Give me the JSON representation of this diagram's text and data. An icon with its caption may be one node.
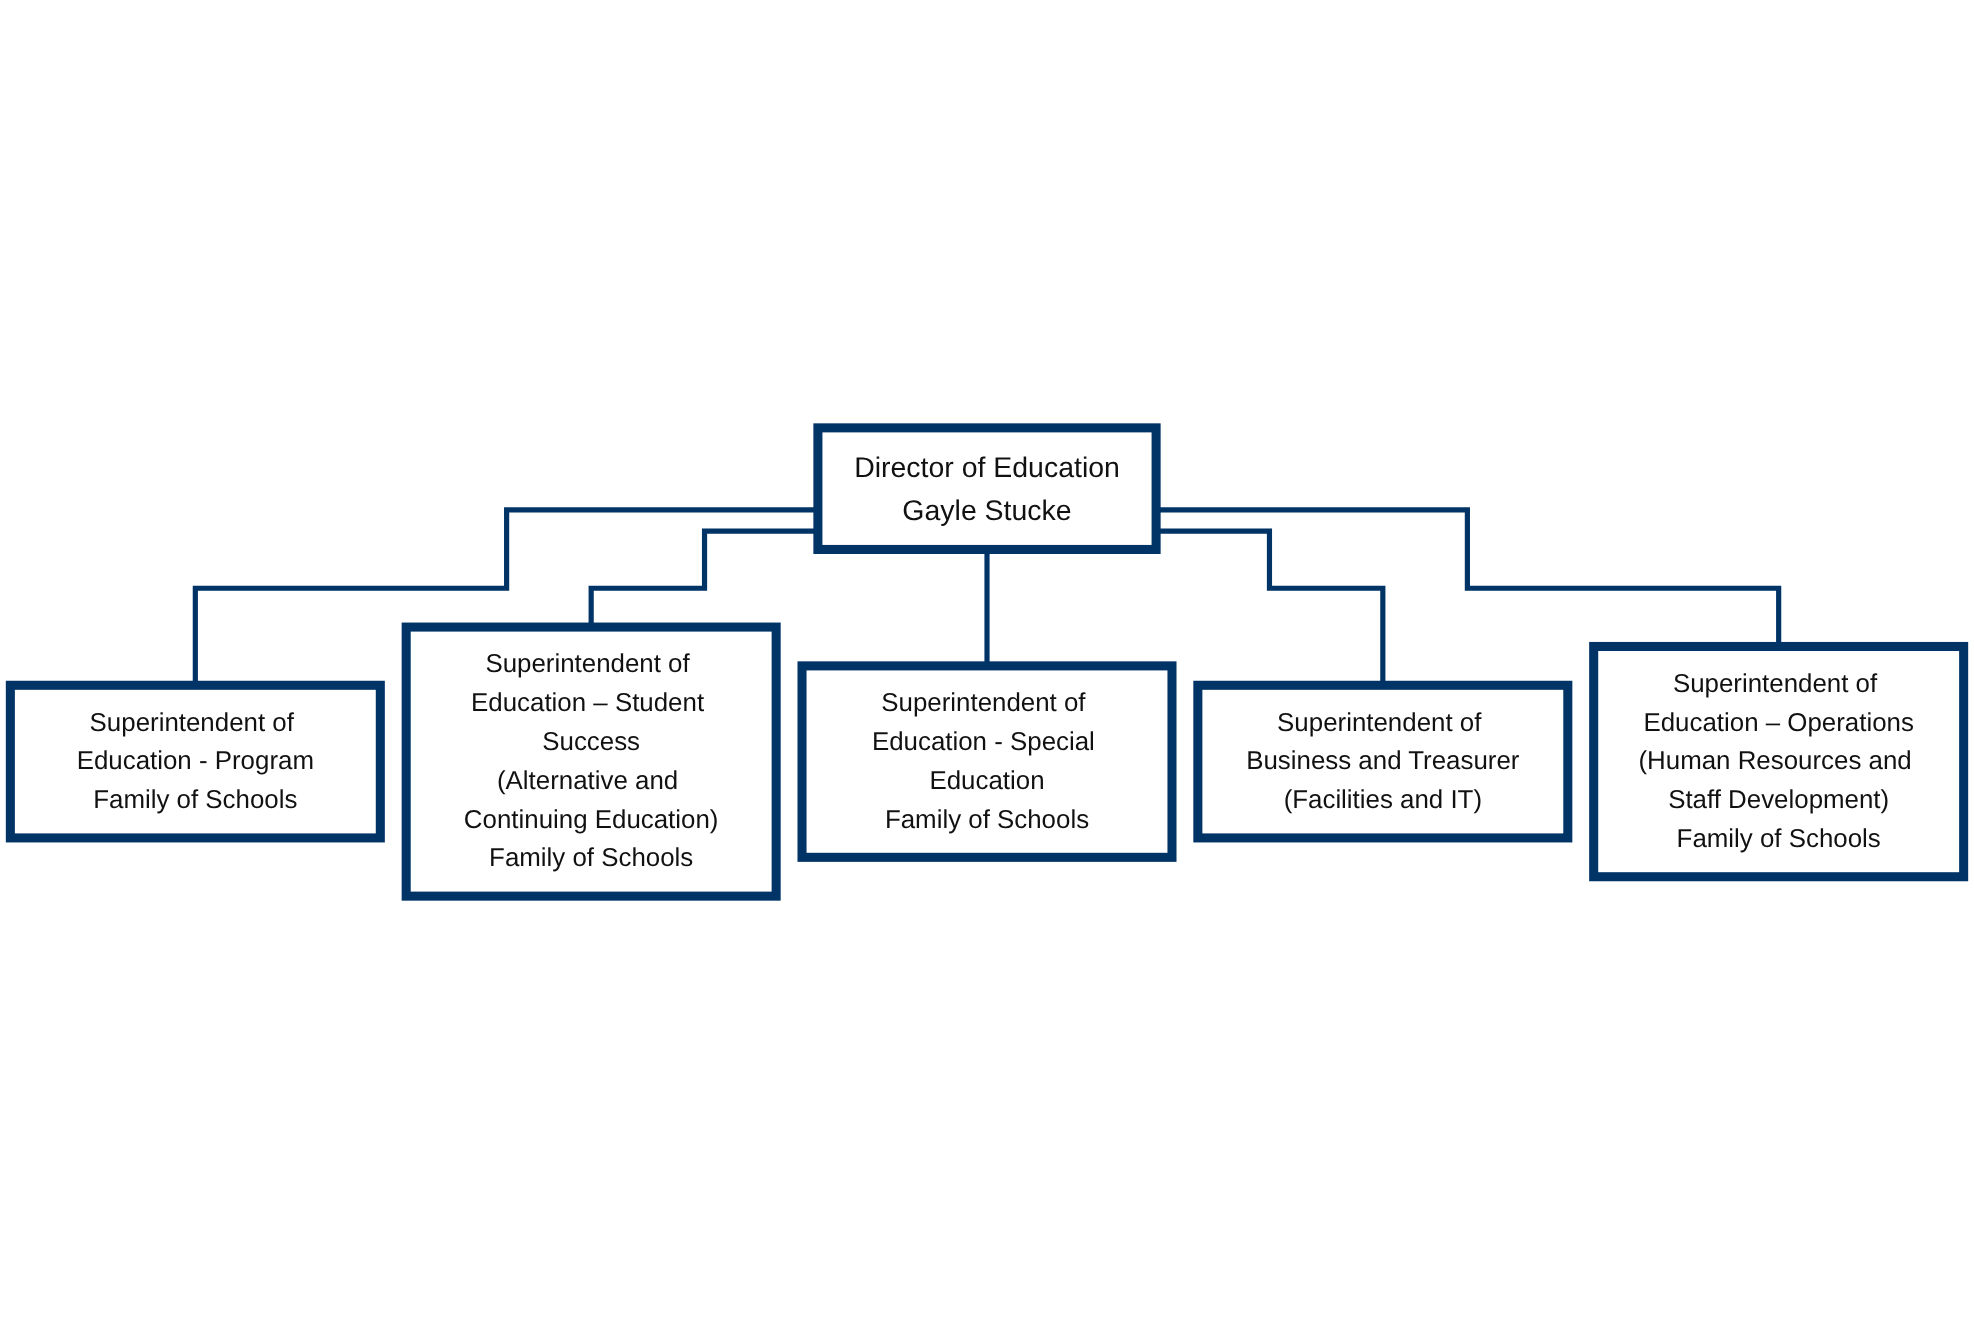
{
  "diagram": {
    "nodes": [
      {
        "text": [
          "Director of Education",
          "Gayle Stucke"
        ]
      },
      {
        "text": [
          "Superintendent of Education - Program",
          "Family of Schools"
        ]
      },
      {
        "text": [
          "Superintendent of Education – Student Success",
          "(Alternative and Continuing Education)",
          "Family of Schools"
        ]
      },
      {
        "text": [
          "Superintendent of Education - Special Education",
          "Family of Schools"
        ]
      },
      {
        "text": [
          "Superintendent of Business and Treasurer",
          "(Facilities and IT)"
        ]
      },
      {
        "text": [
          "Superintendent of Education – Operations",
          "(Human Resources and Staff Development)",
          "Family of Schools"
        ]
      }
    ],
    "edges": [
      {
        "from": 0,
        "to": 1,
        "arrow": "none"
      },
      {
        "from": 0,
        "to": 2,
        "arrow": "none"
      },
      {
        "from": 0,
        "to": 3,
        "arrow": "none"
      },
      {
        "from": 0,
        "to": 4,
        "arrow": "none"
      },
      {
        "from": 0,
        "to": 5,
        "arrow": "none"
      }
    ]
  }
}
